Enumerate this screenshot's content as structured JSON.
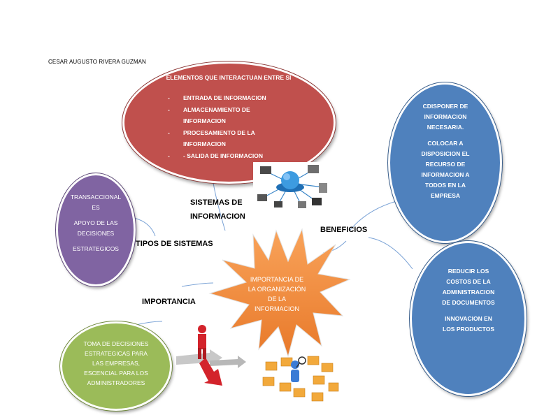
{
  "author": "CESAR AUGUSTO RIVERA GUZMAN",
  "center": {
    "lines": [
      "IMPORTANCIA DE",
      "LA ORGANIZACIÓN",
      "DE LA",
      "INFORMACION"
    ]
  },
  "red_node": {
    "title": "ELEMENTOS QUE INTERACTUAN ENTRE SI",
    "items": [
      "ENTRADA DE INFORMACION",
      "ALMACENAMIENTO DE INFORMACION",
      "PROCESAMIENTO DE LA INFORMACION",
      "- SALIDA DE INFORMACION"
    ]
  },
  "purple_node": {
    "lines": [
      "TRANSACCIONAL",
      "ES",
      "APOYO DE LAS",
      "DECISIONES",
      "ESTRATEGICOS"
    ]
  },
  "blue_node_1": {
    "lines": [
      "CDISPONER DE",
      "INFORMACION",
      "NECESARIA.",
      "COLOCAR A",
      "DISPOSICION EL",
      "RECURSO DE",
      "INFORMACION A",
      "TODOS EN LA",
      "EMPRESA"
    ]
  },
  "blue_node_2": {
    "lines": [
      "REDUCIR LOS",
      "COSTOS DE LA",
      "ADMINISTRACION",
      "DE DOCUMENTOS",
      "INNOVACION EN",
      "LOS PRODUCTOS"
    ]
  },
  "green_node": {
    "lines": [
      "TOMA DE DECISIONES",
      "ESTRATEGICAS PARA",
      "LAS EMPRESAS,",
      "ESCENCIAL PARA LOS",
      "ADMINISTRADORES"
    ]
  },
  "labels": {
    "sistemas_line1": "SISTEMAS DE",
    "sistemas_line2": "INFORMACION",
    "tipos": "TIPOS DE SISTEMAS",
    "beneficios": "BENEFICIOS",
    "importancia": "IMPORTANCIA"
  },
  "colors": {
    "red": "#c0504d",
    "purple": "#8064a2",
    "blue": "#4f81bd",
    "green": "#9bbb59",
    "star": "#f79646"
  }
}
